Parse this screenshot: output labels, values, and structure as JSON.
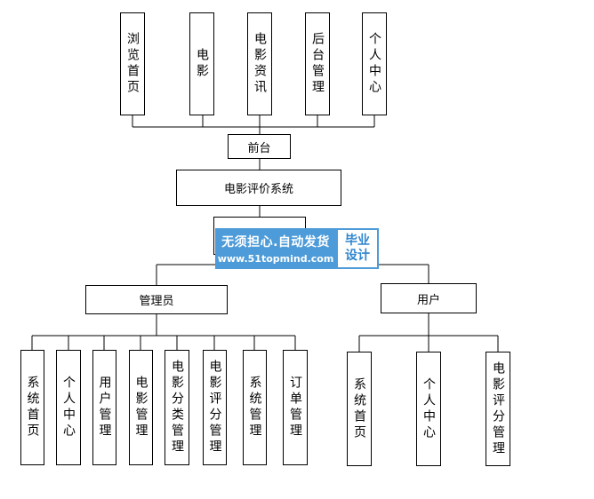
{
  "top_row": [
    {
      "label": "浏览首页"
    },
    {
      "label": "电影"
    },
    {
      "label": "电影资讯"
    },
    {
      "label": "后台管理"
    },
    {
      "label": "个人中心"
    }
  ],
  "front": {
    "label": "前台"
  },
  "system": {
    "label": "电影评价系统"
  },
  "admin": {
    "label": "管理员",
    "children": [
      {
        "label": "系统首页"
      },
      {
        "label": "个人中心"
      },
      {
        "label": "用户管理"
      },
      {
        "label": "电影管理"
      },
      {
        "label": "电影分类管理"
      },
      {
        "label": "电影评分管理"
      },
      {
        "label": "系统管理"
      },
      {
        "label": "订单管理"
      }
    ]
  },
  "user": {
    "label": "用户",
    "children": [
      {
        "label": "系统首页"
      },
      {
        "label": "个人中心"
      },
      {
        "label": "电影评分管理"
      }
    ]
  },
  "watermark": {
    "line1": "无须担心.自动发货",
    "line2": "www.51topmind.com",
    "badge_line1": "毕业",
    "badge_line2": "设计",
    "colors": {
      "panel": "#4d9bd8",
      "badge_text": "#2f86cf"
    }
  }
}
